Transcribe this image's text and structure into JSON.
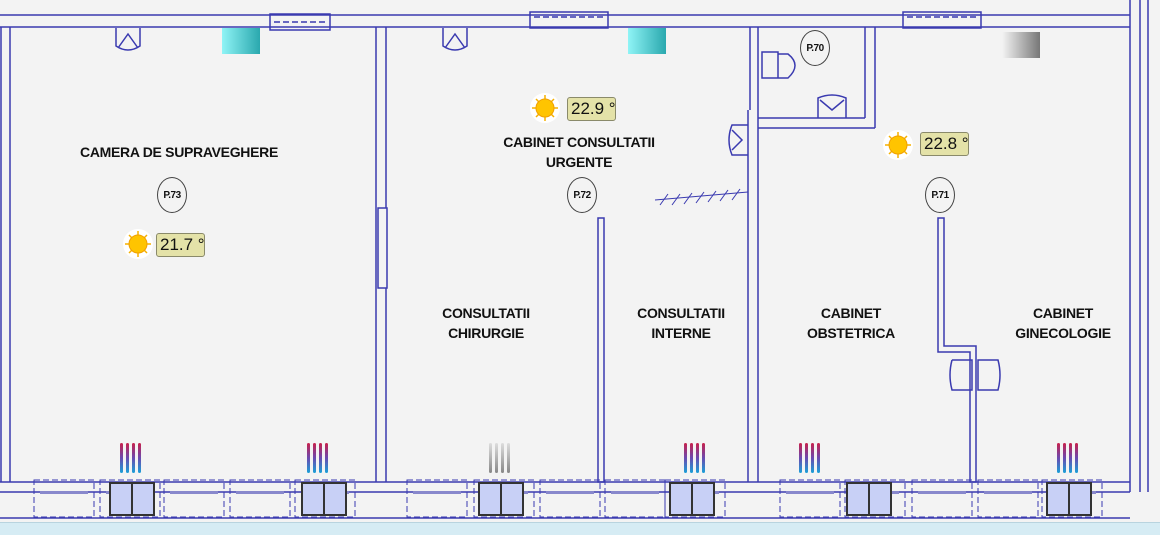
{
  "rooms": [
    {
      "name_line1": "CAMERA DE SUPRAVEGHERE",
      "number": "P.73",
      "temperature": "21.7 °C"
    },
    {
      "name_line1": "CABINET CONSULTATII",
      "name_line2": "URGENTE",
      "number": "P.72",
      "temperature": "22.9 °C"
    },
    {
      "number": "P.70"
    },
    {
      "number": "P.71",
      "temperature": "22.8 °C"
    },
    {
      "name_line1": "CONSULTATII",
      "name_line2": "CHIRURGIE"
    },
    {
      "name_line1": "CONSULTATII",
      "name_line2": "INTERNE"
    },
    {
      "name_line1": "CABINET",
      "name_line2": "OBSTETRICA"
    },
    {
      "name_line1": "CABINET",
      "name_line2": "GINECOLOGIE"
    }
  ],
  "colors": {
    "wall": "#3a3ab0",
    "temp_bg": "#e4e2a8",
    "ac_on": "#3fc9cf",
    "ac_off": "#8a8a8a"
  },
  "icons": [
    "sun-icon",
    "radiator-icon",
    "window-icon",
    "sink-icon",
    "toilet-icon",
    "ac-unit-icon"
  ]
}
